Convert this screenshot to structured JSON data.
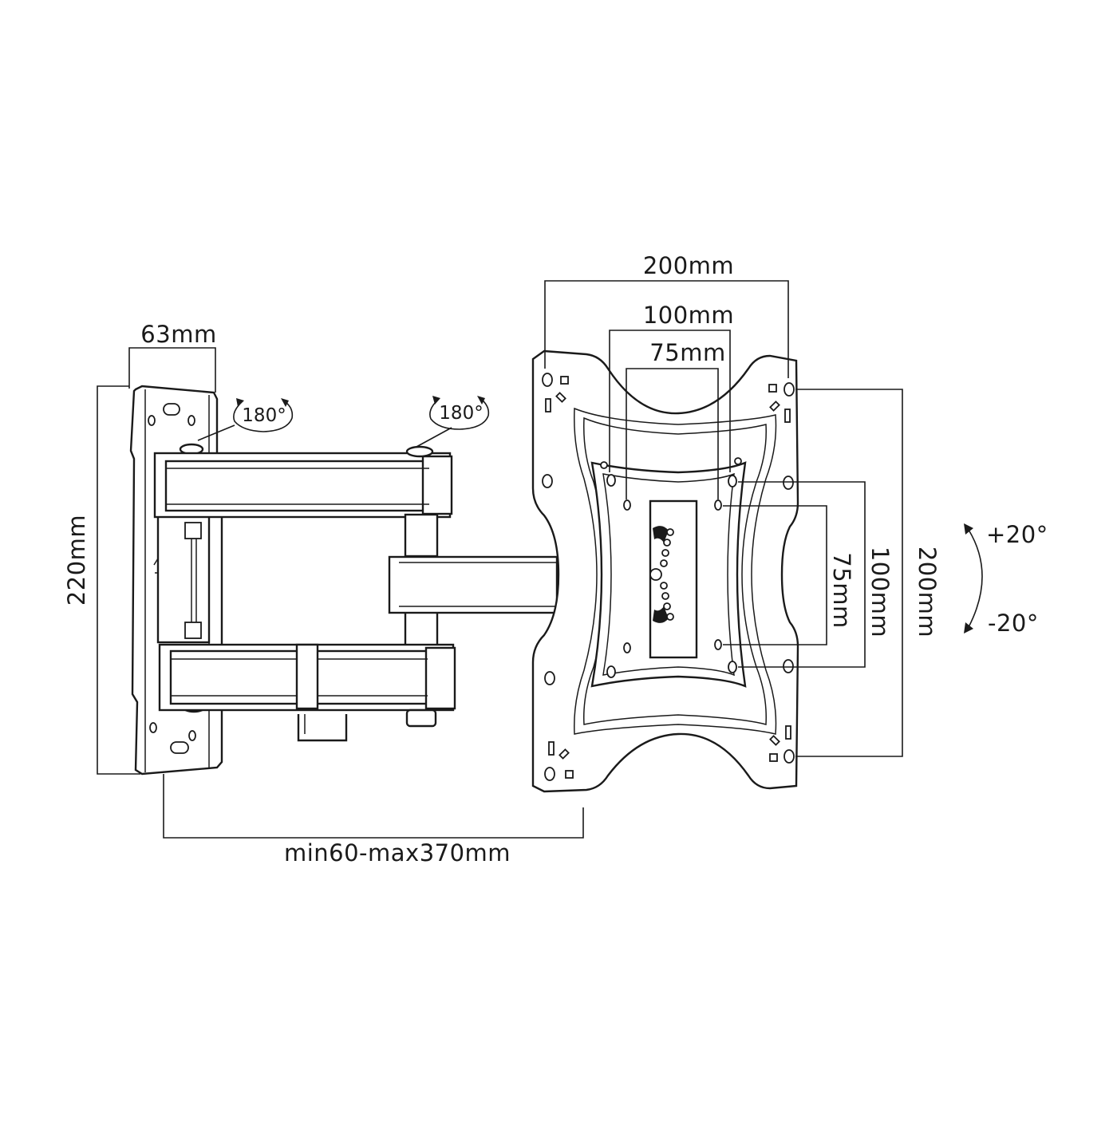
{
  "dimensions": {
    "wall_plate_width": "63mm",
    "wall_plate_height": "220mm",
    "arm_extension": "min60-max370mm",
    "vesa_horizontal_max": "200mm",
    "vesa_horizontal_mid": "100mm",
    "vesa_horizontal_min": "75mm",
    "vesa_vertical_min": "75mm",
    "vesa_vertical_mid": "100mm",
    "vesa_vertical_max": "200mm"
  },
  "rotation": {
    "wall_joint": "180°",
    "arm_joint": "180°"
  },
  "tilt": {
    "up": "+20°",
    "down": "-20°"
  },
  "colors": {
    "line": "#1a1a1a",
    "background": "#ffffff"
  }
}
